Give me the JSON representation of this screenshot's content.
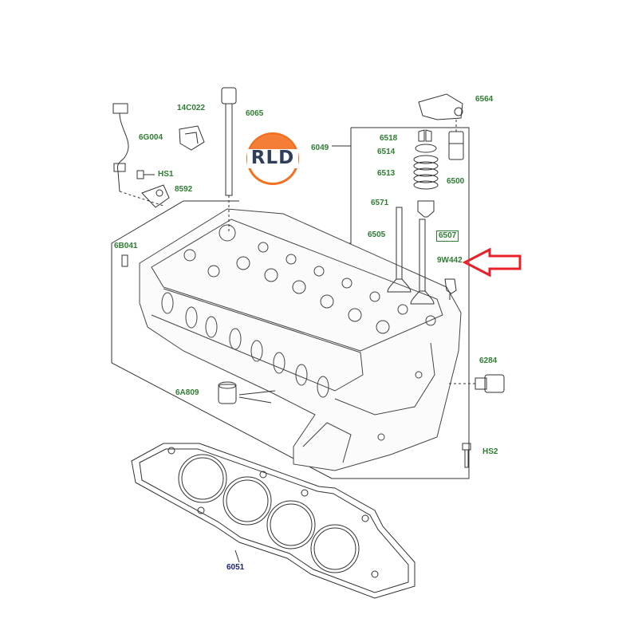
{
  "logo": {
    "text": "RLD",
    "ring_color": "#f37021",
    "text_color": "#2f3e5a"
  },
  "colors": {
    "label_green": "#2e7d32",
    "label_blue": "#1a237e",
    "arrow_red": "#e8202a",
    "line": "#333333"
  },
  "labels": {
    "l6564": "6564",
    "l14c022": "14C022",
    "l6065": "6065",
    "l6g004": "6G004",
    "l6049": "6049",
    "l6518": "6518",
    "l6514": "6514",
    "l6513": "6513",
    "l6500": "6500",
    "lhs1": "HS1",
    "l8592": "8592",
    "l6571": "6571",
    "l6505": "6505",
    "l6507": "6507",
    "l6b041": "6B041",
    "l9w442": "9W442",
    "l6284": "6284",
    "l6a809": "6A809",
    "lhs2": "HS2",
    "l6051": "6051"
  },
  "callout": {
    "icon": "arrow-left-icon",
    "target": "9W442"
  }
}
